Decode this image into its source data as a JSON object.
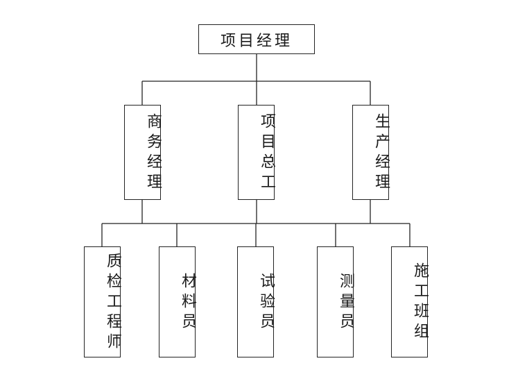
{
  "org_chart": {
    "root": {
      "label": "项目经理"
    },
    "managers": [
      {
        "label": "商务经理"
      },
      {
        "label": "项目总工"
      },
      {
        "label": "生产经理"
      }
    ],
    "staff": [
      {
        "label": "质检工程师"
      },
      {
        "label": "材料员"
      },
      {
        "label": "试验员"
      },
      {
        "label": "测量员"
      },
      {
        "label": "施工班组"
      }
    ]
  }
}
